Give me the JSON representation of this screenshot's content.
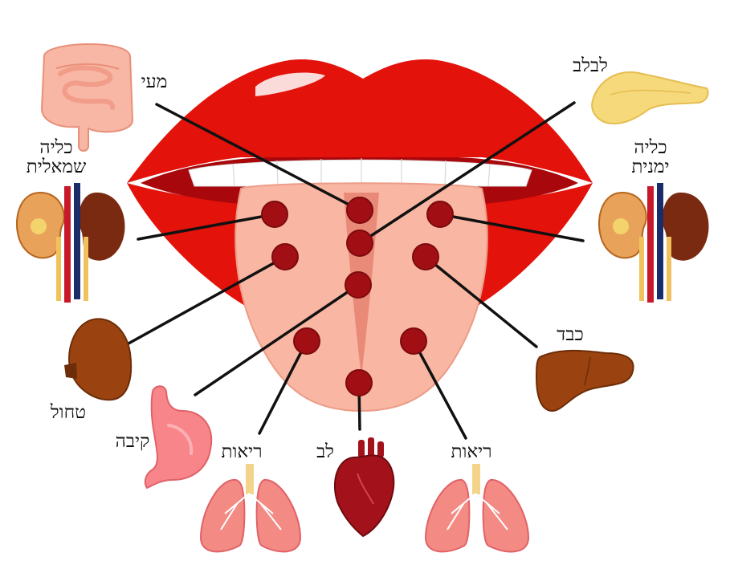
{
  "labels": {
    "intestines": "מעי",
    "pancreas": "לבלב",
    "left_kidney_l1": "כליה",
    "left_kidney_l2": "שמאלית",
    "right_kidney_l1": "כליה",
    "right_kidney_l2": "ימנית",
    "liver": "כבד",
    "spleen": "טחול",
    "stomach": "קיבה",
    "lungs_left": "ריאות",
    "heart": "לב",
    "lungs_right": "ריאות"
  },
  "colors": {
    "lips": "#e3120b",
    "lips_dark": "#b8080a",
    "tongue": "#f8b6a3",
    "tongue_dark": "#e98a78",
    "spot": "#a10f14",
    "line": "#111111",
    "kidney": "#7a2a10",
    "liver": "#9a4310",
    "pancreas": "#f6d97a",
    "intestine": "#f7b7a4",
    "lung": "#f38a84",
    "heart": "#a3121a"
  }
}
